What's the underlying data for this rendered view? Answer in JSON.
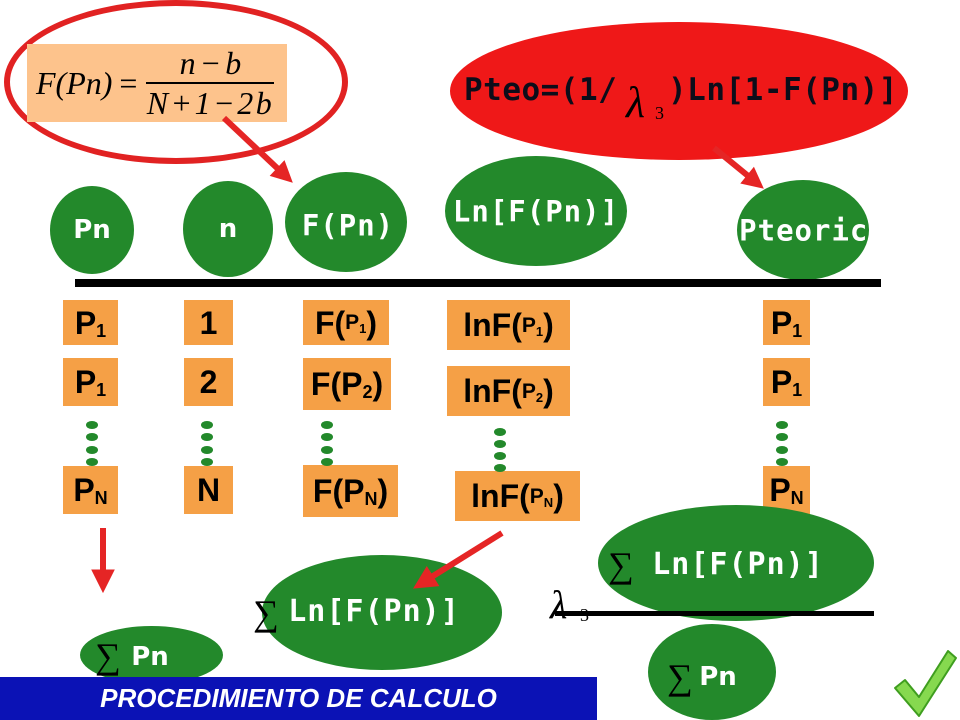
{
  "formula_box": {
    "lhs": "F(Pn)",
    "equals": "=",
    "numerator": "n−b",
    "denominator": "N+1−2b"
  },
  "pteo_formula": {
    "prefix": "Pteo=(1/",
    "lambda": "λ",
    "lambda_sub": "3",
    "suffix": ")Ln[1-F(Pn)]"
  },
  "headers": {
    "pn": "Pn",
    "n": "n",
    "fpn": "F(Pn)",
    "ln_fpn": "Ln[F(Pn)]",
    "pteorico": "Pteorico"
  },
  "columns": {
    "pn": [
      {
        "main": "P",
        "sub": "1"
      },
      {
        "main": "P",
        "sub": "1"
      },
      {
        "main": "P",
        "sub": "N"
      }
    ],
    "n": [
      "1",
      "2",
      "N"
    ],
    "fpn": [
      {
        "open": "F(",
        "main": "P",
        "sub": "1",
        "close": ")"
      },
      {
        "open": "F(",
        "main": "P",
        "sub": "2",
        "close": ")"
      },
      {
        "open": "F(",
        "main": "P",
        "sub": "N",
        "close": ")"
      }
    ],
    "ln_fpn": [
      {
        "open": "lnF(",
        "main": "P",
        "sub": "1",
        "close": ")"
      },
      {
        "open": "lnF(",
        "main": "P",
        "sub": "2",
        "close": ")"
      },
      {
        "open": "lnF(",
        "main": "P",
        "sub": "N",
        "close": ")"
      }
    ],
    "pteorico": [
      {
        "main": "P",
        "sub": "1"
      },
      {
        "main": "P",
        "sub": "1"
      },
      {
        "main": "P",
        "sub": "N"
      }
    ]
  },
  "sums": {
    "sum_pn_left": {
      "sigma": "∑",
      "label": "Pn"
    },
    "sum_ln_middle": {
      "sigma": "∑",
      "label": "Ln[F(Pn)]"
    },
    "ratio": {
      "numerator": {
        "sigma": "∑",
        "label": "Ln[F(Pn)]"
      },
      "lambda": "λ",
      "lambda_sub": "3",
      "denominator": {
        "sigma": "∑",
        "label": "Pn"
      }
    }
  },
  "footer": {
    "title": "PROCEDIMIENTO DE CALCULO"
  },
  "icons": {
    "checkmark": "check-icon",
    "arrow": "arrow-icon",
    "dots": "ellipsis-dot-icon"
  },
  "colors": {
    "green_ellipse": "#23892B",
    "orange_box": "#F5A046",
    "formula_box": "#FDC38C",
    "red_ellipse": "#EF1818",
    "red_outline": "#E12222",
    "arrow": "#E52525",
    "banner": "#0B12B5",
    "check": "#86D94F"
  }
}
